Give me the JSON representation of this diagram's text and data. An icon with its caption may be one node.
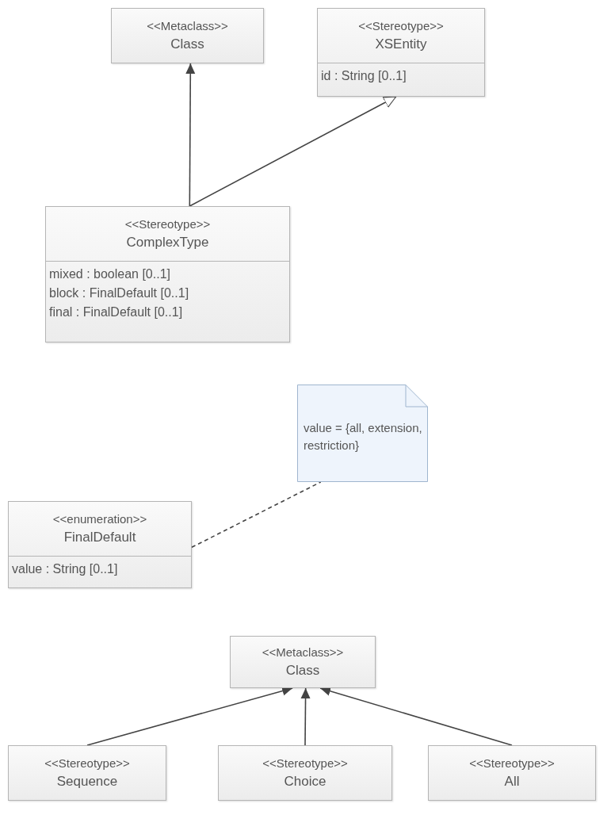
{
  "diagram": {
    "nodes": [
      {
        "text": [
          "<<Metaclass>>",
          "Class"
        ]
      },
      {
        "text": [
          "<<Stereotype>>",
          "XSEntity",
          "id : String [0..1]"
        ]
      },
      {
        "text": [
          "<<Stereotype>>",
          "ComplexType",
          "mixed : boolean [0..1]",
          "block : FinalDefault [0..1]",
          "final : FinalDefault [0..1]"
        ]
      },
      {
        "text": [
          "value = {all, extension, restriction}"
        ]
      },
      {
        "text": [
          "<<enumeration>>",
          "FinalDefault",
          "value : String [0..1]"
        ]
      },
      {
        "text": [
          "<<Metaclass>>",
          "Class"
        ]
      },
      {
        "text": [
          "<<Stereotype>>",
          "Sequence"
        ]
      },
      {
        "text": [
          "<<Stereotype>>",
          "Choice"
        ]
      },
      {
        "text": [
          "<<Stereotype>>",
          "All"
        ]
      }
    ],
    "edges": [
      {
        "from": 2,
        "to": 0,
        "arrow": "to"
      },
      {
        "from": 2,
        "to": 1,
        "arrow": "to"
      },
      {
        "from": 4,
        "to": 3,
        "arrow": "none",
        "style": "dashed"
      },
      {
        "from": 6,
        "to": 5,
        "arrow": "to"
      },
      {
        "from": 7,
        "to": 5,
        "arrow": "to"
      },
      {
        "from": 8,
        "to": 5,
        "arrow": "to"
      }
    ]
  }
}
